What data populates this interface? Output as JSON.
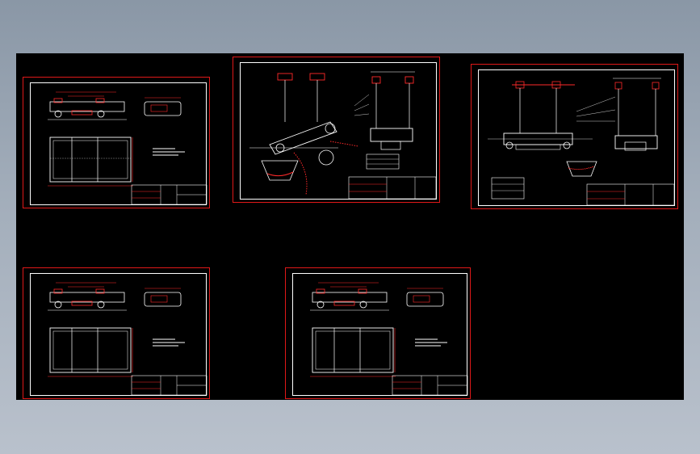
{
  "viewport": {
    "name": "cad-model-space",
    "background": "#000000"
  },
  "colors": {
    "frame": "#e01818",
    "line": "#ffffff",
    "accent": "#ff2a2a",
    "outer_bg": "#9aa6b4"
  },
  "sheets": [
    {
      "id": "sheet-top-left",
      "type": "separator-assembly"
    },
    {
      "id": "sheet-top-center",
      "type": "suspension-installation-inclined"
    },
    {
      "id": "sheet-top-right",
      "type": "suspension-installation-level"
    },
    {
      "id": "sheet-bottom-left",
      "type": "separator-assembly"
    },
    {
      "id": "sheet-bottom-middle",
      "type": "separator-assembly"
    }
  ]
}
